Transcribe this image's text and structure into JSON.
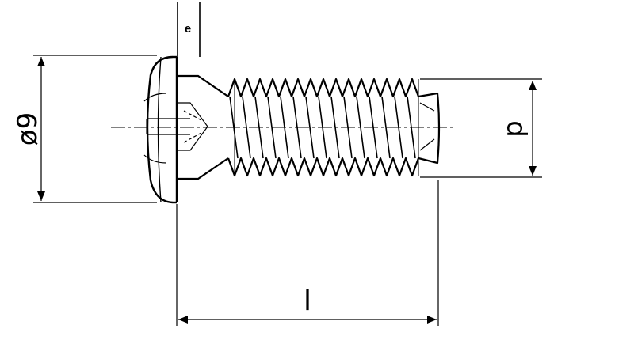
{
  "labels": {
    "e": "e",
    "dk": "ø9",
    "d": "d",
    "l": "l"
  },
  "colors": {
    "line": "#000000",
    "background": "#ffffff"
  }
}
